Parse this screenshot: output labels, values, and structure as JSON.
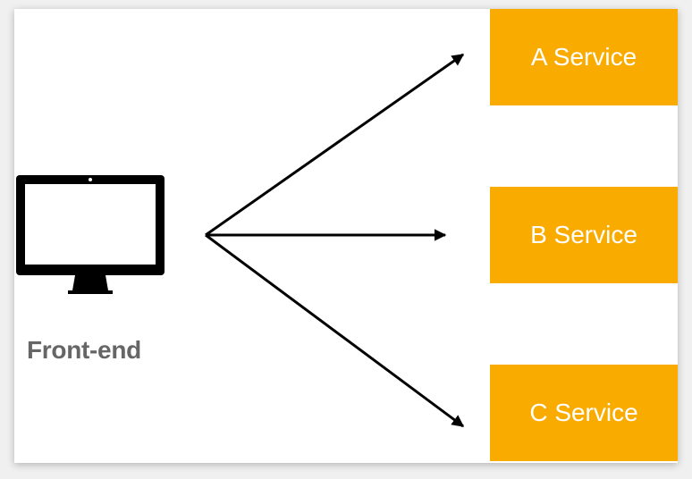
{
  "frontend": {
    "label": "Front-end",
    "icon": "monitor-icon"
  },
  "services": [
    {
      "label": "A Service"
    },
    {
      "label": "B Service"
    },
    {
      "label": "C Service"
    }
  ],
  "colors": {
    "service_fill": "#f9ab00",
    "service_text": "#ffffff",
    "frontend_text": "#666666",
    "arrow": "#000000"
  }
}
